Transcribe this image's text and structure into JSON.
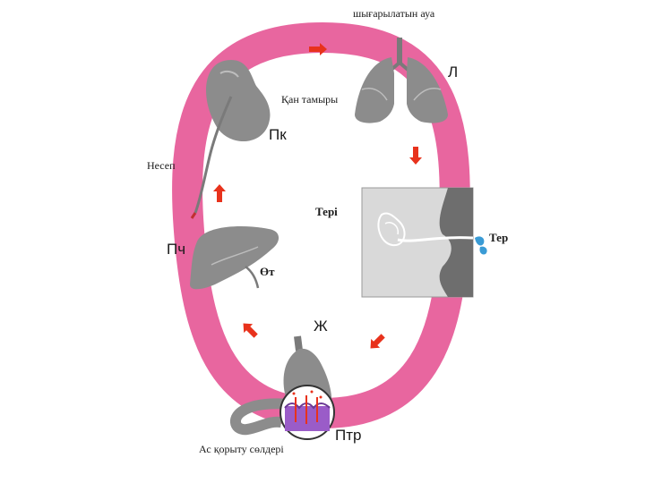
{
  "labels": {
    "exhaled_air": "шығарылатын ауа",
    "lungs_code": "Л",
    "blood_vessel": "Қан тамыры",
    "kidney_code": "Пк",
    "ureter": "Несеп",
    "liver_code": "Пч",
    "bile": "Өт",
    "skin": "Тері",
    "sweat": "Тер",
    "stomach_code": "Ж",
    "intestine_code": "Птр",
    "digestive_cells": "Ас қорыту сөлдері"
  },
  "colors": {
    "vessel": "#e8669f",
    "arrow": "#e8321c",
    "organ": "#8c8c8c",
    "organ_light": "#c9c9c9",
    "skin_tissue": "#d9d9d9",
    "skin_dark": "#6e6e6e",
    "sweat_drop": "#3a9bd5",
    "cells": "#9a5cc8"
  },
  "icons": {
    "kidney": "kidney-icon",
    "lungs": "lungs-icon",
    "liver": "liver-icon",
    "stomach": "stomach-icon",
    "skin": "skin-section-icon",
    "sweat": "sweat-drop-icon"
  }
}
